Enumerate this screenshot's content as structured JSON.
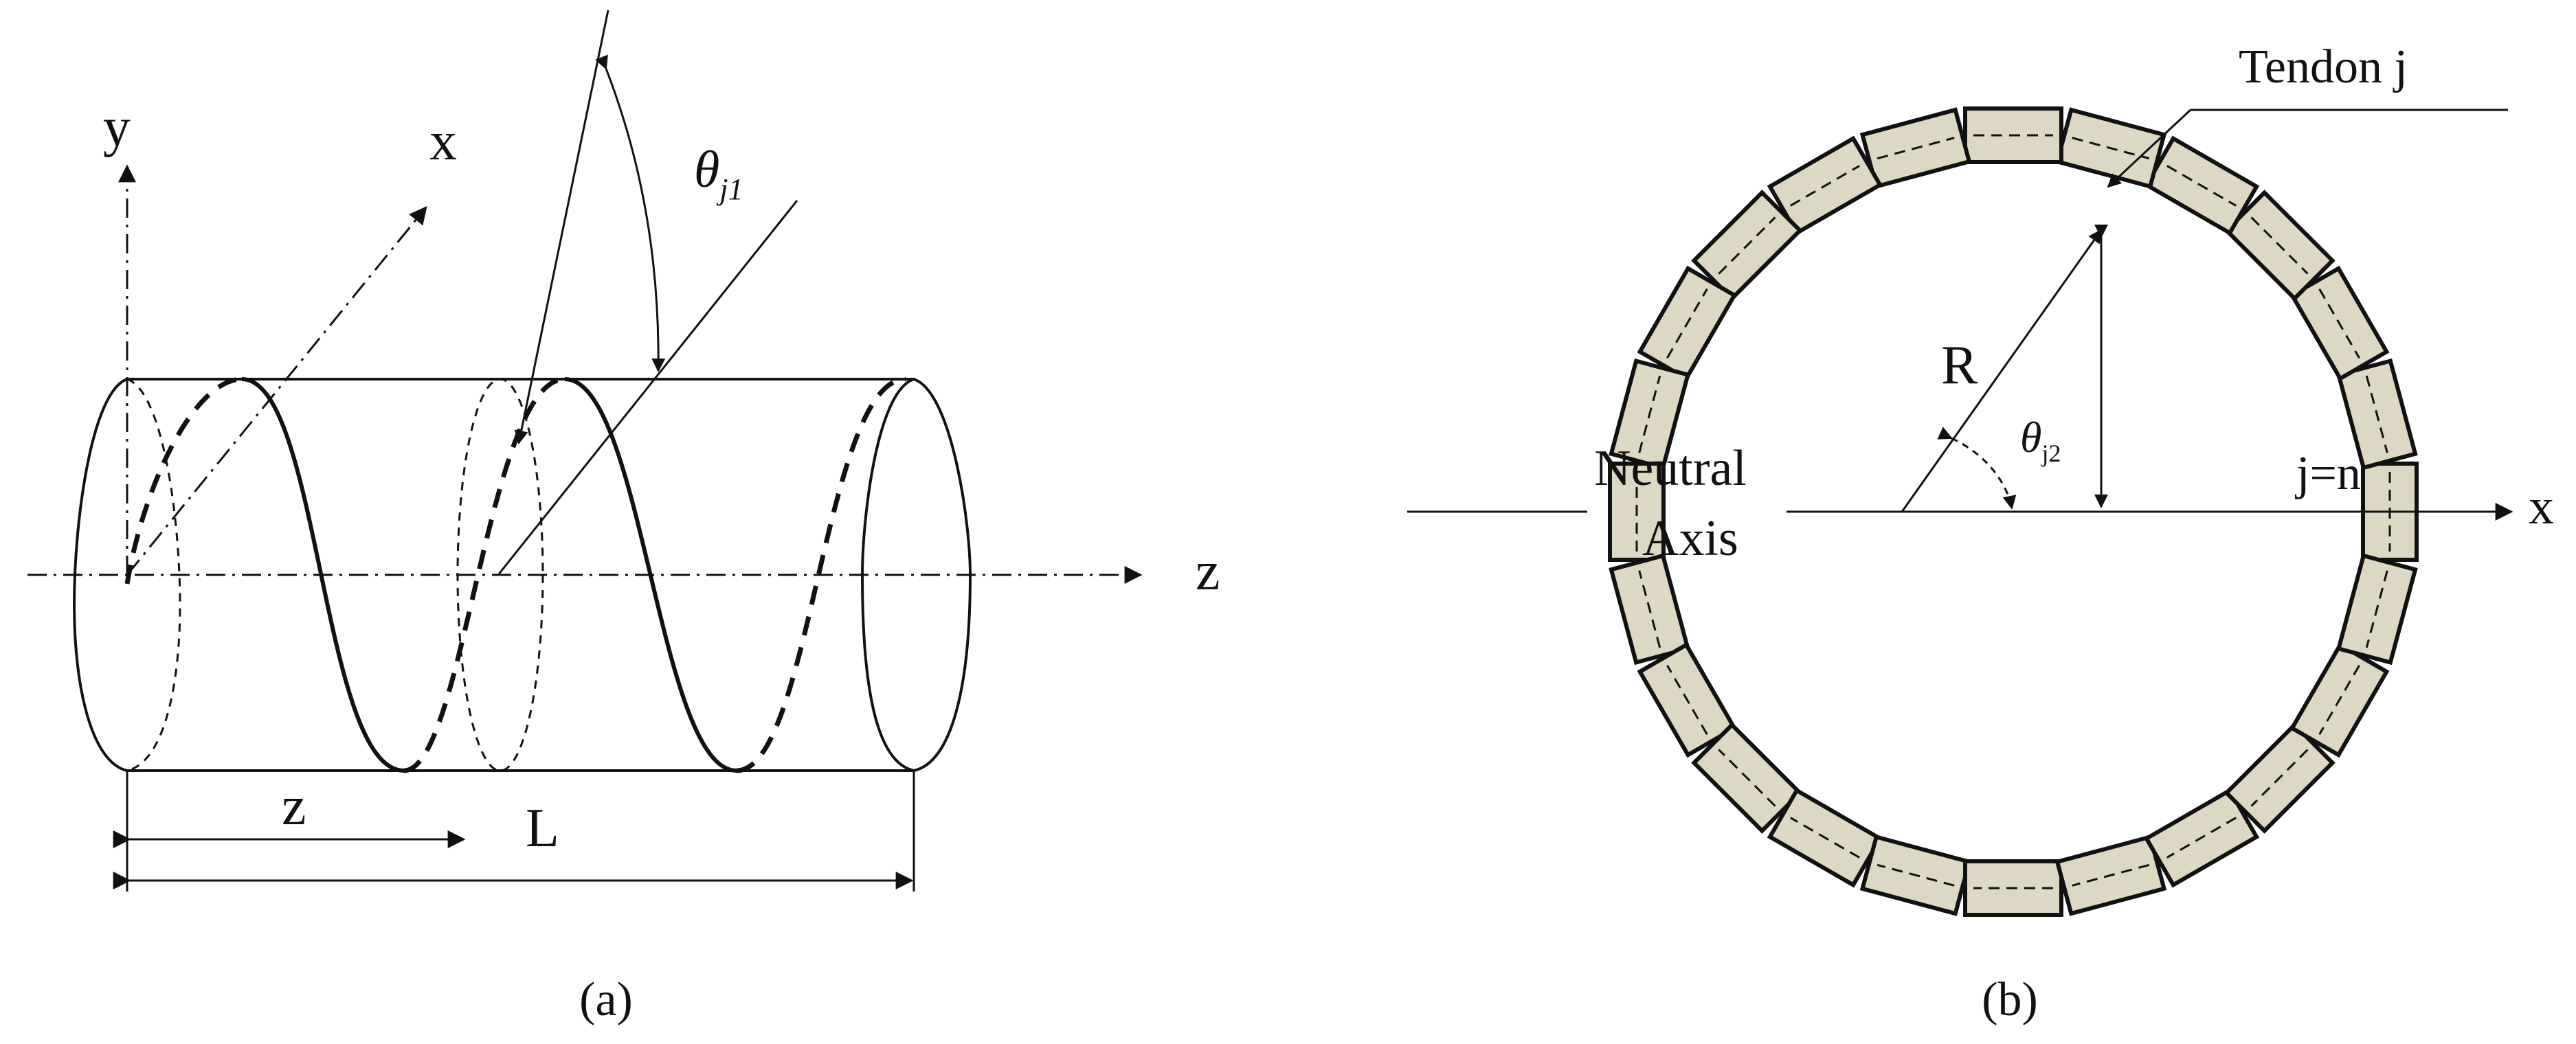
{
  "panel_a": {
    "caption": "(a)",
    "axis_y": "y",
    "axis_x": "x",
    "axis_z": "z",
    "angle_symbol": "θ",
    "angle_subscript": "j1",
    "dim_z": "z",
    "dim_L": "L"
  },
  "panel_b": {
    "caption": "(b)",
    "tendon_label": "Tendon j",
    "radius_label": "R",
    "angle_symbol": "θ",
    "angle_subscript": "j2",
    "neutral_line1": "Neutral",
    "neutral_line2": "Axis",
    "j_label": "j=n",
    "axis_x": "x",
    "tendon_count": 24
  },
  "colors": {
    "ink": "#111111",
    "tendon_fill": "#ddd8c4"
  }
}
